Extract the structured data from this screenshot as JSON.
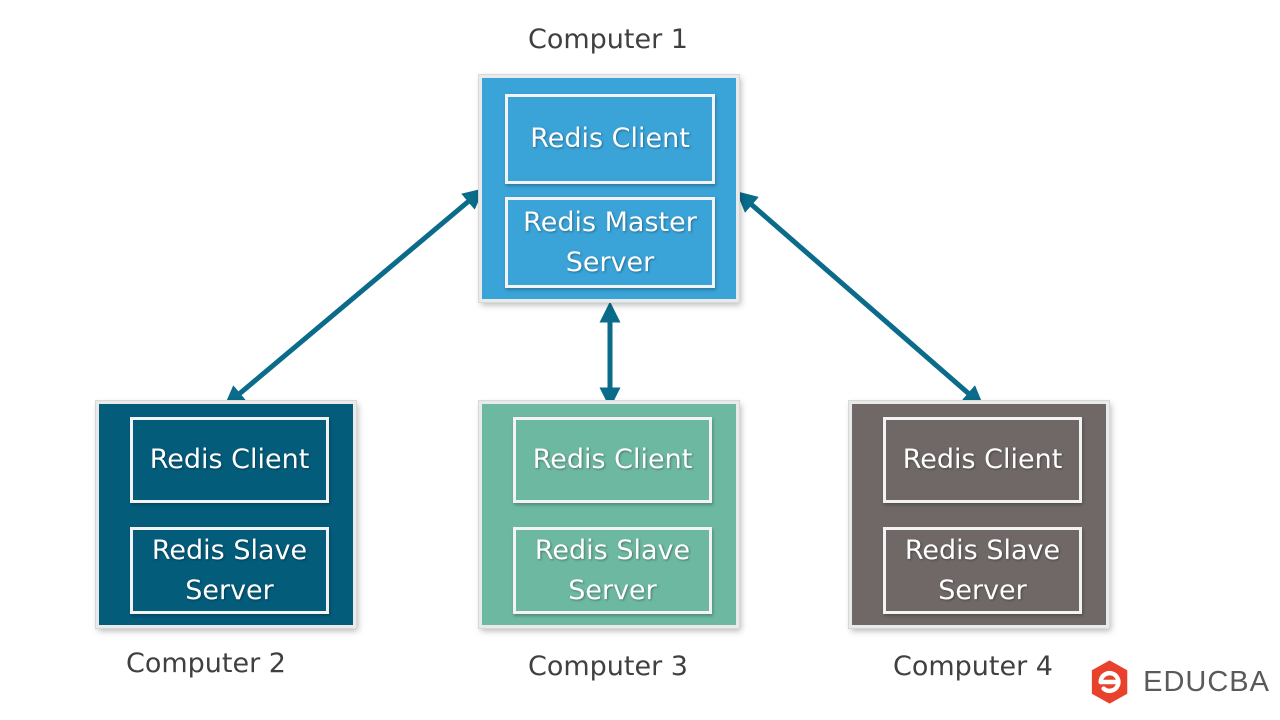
{
  "computers": [
    {
      "label": "Computer 1",
      "color": "#3aa3d8",
      "components": [
        {
          "lines": [
            "Redis Client"
          ]
        },
        {
          "lines": [
            "Redis Master",
            "Server"
          ]
        }
      ]
    },
    {
      "label": "Computer 2",
      "color": "#045c7b",
      "components": [
        {
          "lines": [
            "Redis Client"
          ]
        },
        {
          "lines": [
            "Redis Slave",
            "Server"
          ]
        }
      ]
    },
    {
      "label": "Computer 3",
      "color": "#6db8a0",
      "components": [
        {
          "lines": [
            "Redis Client"
          ]
        },
        {
          "lines": [
            "Redis Slave",
            "Server"
          ]
        }
      ]
    },
    {
      "label": "Computer 4",
      "color": "#6f6867",
      "components": [
        {
          "lines": [
            "Redis Client"
          ]
        },
        {
          "lines": [
            "Redis Slave",
            "Server"
          ]
        }
      ]
    }
  ],
  "connections": [
    {
      "from": "Computer 1",
      "to": "Computer 2",
      "bidirectional": true
    },
    {
      "from": "Computer 1",
      "to": "Computer 3",
      "bidirectional": true
    },
    {
      "from": "Computer 1",
      "to": "Computer 4",
      "bidirectional": true
    }
  ],
  "arrow_color": "#0a6b8a",
  "logo": {
    "text": "EDUCBA",
    "icon": "educba-logo-icon",
    "icon_color": "#e8412c"
  }
}
